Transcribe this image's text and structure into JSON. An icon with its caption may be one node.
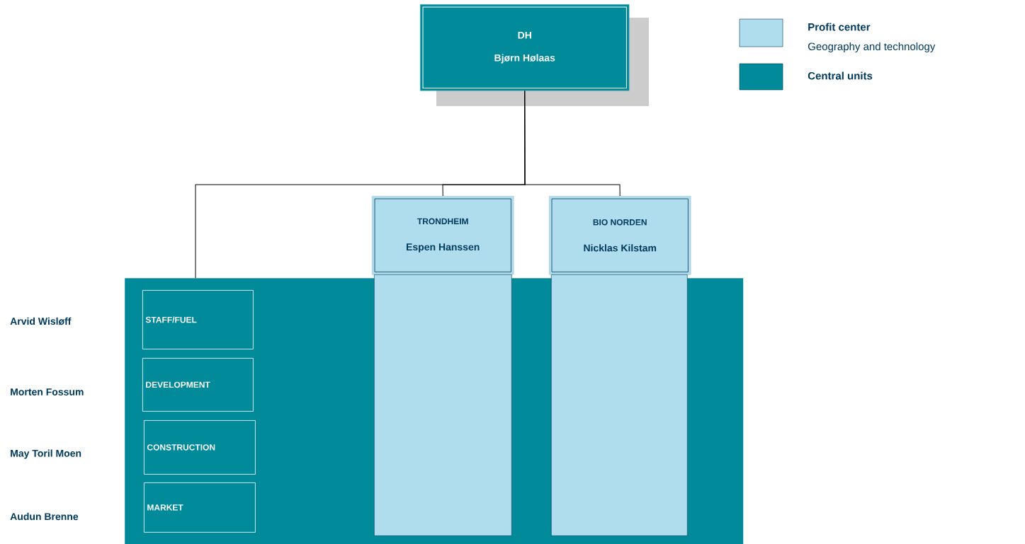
{
  "diagram": {
    "nodes": [
      {
        "text": [
          "DH",
          "Bjørn Hølaas"
        ]
      },
      {
        "text": [
          "TRONDHEIM",
          "Espen Hanssen"
        ]
      },
      {
        "text": [
          "BIO NORDEN",
          "Nicklas Kilstam"
        ]
      },
      {
        "text": [],
        "shape": "box"
      },
      {
        "text": [
          "STAFF/FUEL"
        ],
        "in": 3
      },
      {
        "text": [
          "DEVELOPMENT"
        ],
        "in": 3
      },
      {
        "text": [
          "CONSTRUCTION"
        ],
        "in": 3
      },
      {
        "text": [
          "MARKET"
        ],
        "in": 3
      },
      {
        "text": [],
        "shape": "box",
        "in": 3
      },
      {
        "text": [],
        "shape": "box",
        "in": 3
      }
    ],
    "edges": [
      {
        "from": 0,
        "to": 3,
        "arrow": "none"
      },
      {
        "from": 0,
        "to": 1,
        "arrow": "none"
      },
      {
        "from": 0,
        "to": 2,
        "arrow": "none"
      }
    ],
    "labels": [
      "Geography and technology",
      "Arvid Wisløff",
      "Morten Fossum",
      "May Toril Moen",
      "Audun Brenne"
    ],
    "legend": [
      {
        "text": "Profit center",
        "color": "#b0dded"
      },
      {
        "text": "Central units",
        "color": "#008a9a"
      }
    ]
  }
}
